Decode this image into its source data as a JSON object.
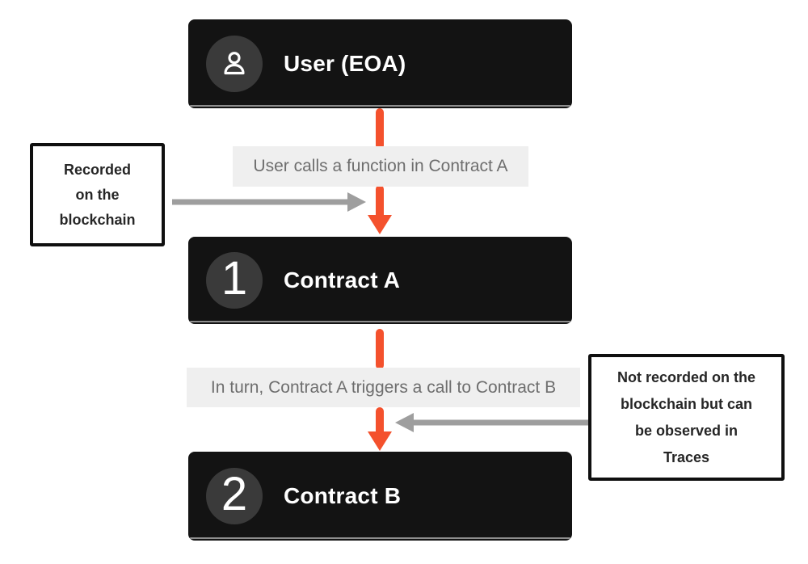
{
  "colors": {
    "canvas_bg": "#ffffff",
    "node_bg": "#131313",
    "node_text": "#ffffff",
    "badge_bg": "#3a3a3a",
    "label_bg": "#efefef",
    "label_text": "#6e6e6e",
    "arrow_orange": "#f4512d",
    "arrow_gray": "#9e9e9e",
    "note_border": "#0f0f0f",
    "note_text": "#262626"
  },
  "nodes": [
    {
      "id": "user",
      "badge_icon": "user-icon",
      "title": "User (EOA)"
    },
    {
      "id": "contract-a",
      "badge": "1",
      "title": "Contract A"
    },
    {
      "id": "contract-b",
      "badge": "2",
      "title": "Contract B"
    }
  ],
  "edge_labels": [
    {
      "text": "User calls a function in Contract A"
    },
    {
      "text": "In turn, Contract A triggers a call to Contract B"
    }
  ],
  "notes": [
    {
      "side": "left",
      "text": "Recorded on the blockchain",
      "lines": [
        "Recorded",
        "on the",
        "blockchain"
      ]
    },
    {
      "side": "right",
      "text": "Not recorded on the blockchain but can be observed in Traces",
      "lines": [
        "Not recorded on the",
        "blockchain but can",
        "be observed in",
        "Traces"
      ]
    }
  ]
}
